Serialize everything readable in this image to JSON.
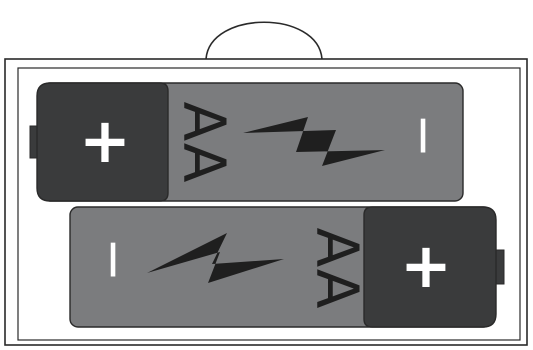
{
  "colors": {
    "background": "#ffffff",
    "stroke": "#2a2a2a",
    "cap": "#3a3b3c",
    "body": "#7b7c7e",
    "bolt": "#1f1f1f",
    "sign": "#ffffff"
  },
  "batteries": [
    {
      "type_label": "AA",
      "plus_sign": "+",
      "minus_sign": "I"
    },
    {
      "type_label": "AA",
      "plus_sign": "+",
      "minus_sign": "I"
    }
  ],
  "icons": {
    "bolt": "lightning-bolt-icon",
    "hanger": "hanger-tab-icon"
  }
}
